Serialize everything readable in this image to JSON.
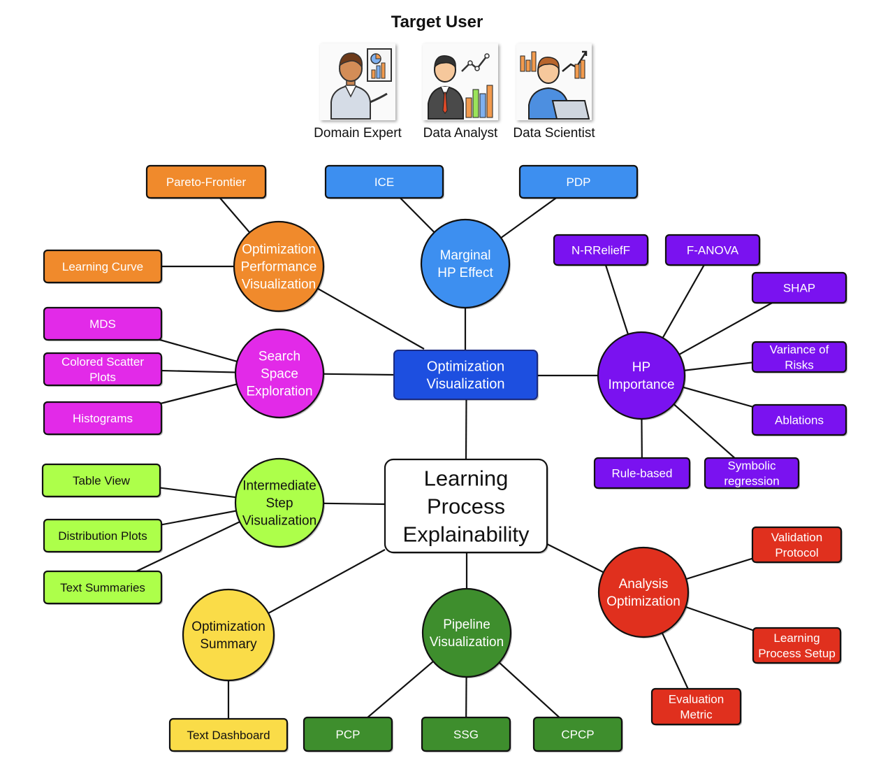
{
  "header": {
    "title": "Target User"
  },
  "users": [
    {
      "name": "Domain Expert",
      "icon": "domain-expert-icon"
    },
    {
      "name": "Data Analyst",
      "icon": "data-analyst-icon"
    },
    {
      "name": "Data Scientist",
      "icon": "data-scientist-icon"
    }
  ],
  "colors": {
    "orange": "#f08a2c",
    "blue_light": "#3d8ff0",
    "blue_dark": "#1d4fe0",
    "purple": "#7a12f0",
    "magenta": "#e22ae8",
    "lime": "#adff4a",
    "yellow": "#fadc48",
    "green": "#3e8e2d",
    "red": "#e0301e",
    "center": "#ffffff"
  },
  "diagram": {
    "center": {
      "lines": [
        "Learning",
        "Process",
        "Explainability"
      ]
    },
    "hub": {
      "lines": [
        "Optimization",
        "Visualization"
      ]
    },
    "groups": [
      {
        "id": "opt-perf",
        "lines": [
          "Optimization",
          "Performance",
          "Visualization"
        ],
        "color": "orange",
        "leaves": [
          {
            "lines": [
              "Pareto-Frontier"
            ]
          },
          {
            "lines": [
              "Learning Curve"
            ]
          }
        ]
      },
      {
        "id": "marginal",
        "lines": [
          "Marginal",
          "HP Effect"
        ],
        "color": "blue_light",
        "leaves": [
          {
            "lines": [
              "ICE"
            ]
          },
          {
            "lines": [
              "PDP"
            ]
          }
        ]
      },
      {
        "id": "hp-importance",
        "lines": [
          "HP",
          "Importance"
        ],
        "color": "purple",
        "leaves": [
          {
            "lines": [
              "N-RReliefF"
            ]
          },
          {
            "lines": [
              "F-ANOVA"
            ]
          },
          {
            "lines": [
              "SHAP"
            ]
          },
          {
            "lines": [
              "Variance of",
              "Risks"
            ]
          },
          {
            "lines": [
              "Ablations"
            ]
          },
          {
            "lines": [
              "Rule-based"
            ]
          },
          {
            "lines": [
              "Symbolic",
              "regression"
            ]
          }
        ]
      },
      {
        "id": "search-space",
        "lines": [
          "Search",
          "Space",
          "Exploration"
        ],
        "color": "magenta",
        "leaves": [
          {
            "lines": [
              "MDS"
            ]
          },
          {
            "lines": [
              "Colored Scatter",
              "Plots"
            ]
          },
          {
            "lines": [
              "Histograms"
            ]
          }
        ]
      },
      {
        "id": "intermediate",
        "lines": [
          "Intermediate",
          "Step",
          "Visualization"
        ],
        "color": "lime",
        "leaves": [
          {
            "lines": [
              "Table View"
            ]
          },
          {
            "lines": [
              "Distribution Plots"
            ]
          },
          {
            "lines": [
              "Text Summaries"
            ]
          }
        ]
      },
      {
        "id": "opt-summary",
        "lines": [
          "Optimization",
          "Summary"
        ],
        "color": "yellow",
        "leaves": [
          {
            "lines": [
              "Text Dashboard"
            ]
          }
        ]
      },
      {
        "id": "pipeline",
        "lines": [
          "Pipeline",
          "Visualization"
        ],
        "color": "green",
        "leaves": [
          {
            "lines": [
              "PCP"
            ]
          },
          {
            "lines": [
              "SSG"
            ]
          },
          {
            "lines": [
              "CPCP"
            ]
          }
        ]
      },
      {
        "id": "analysis",
        "lines": [
          "Analysis",
          "Optimization"
        ],
        "color": "red",
        "leaves": [
          {
            "lines": [
              "Validation",
              "Protocol"
            ]
          },
          {
            "lines": [
              "Learning",
              "Process Setup"
            ]
          },
          {
            "lines": [
              "Evaluation",
              "Metric"
            ]
          }
        ]
      }
    ]
  }
}
